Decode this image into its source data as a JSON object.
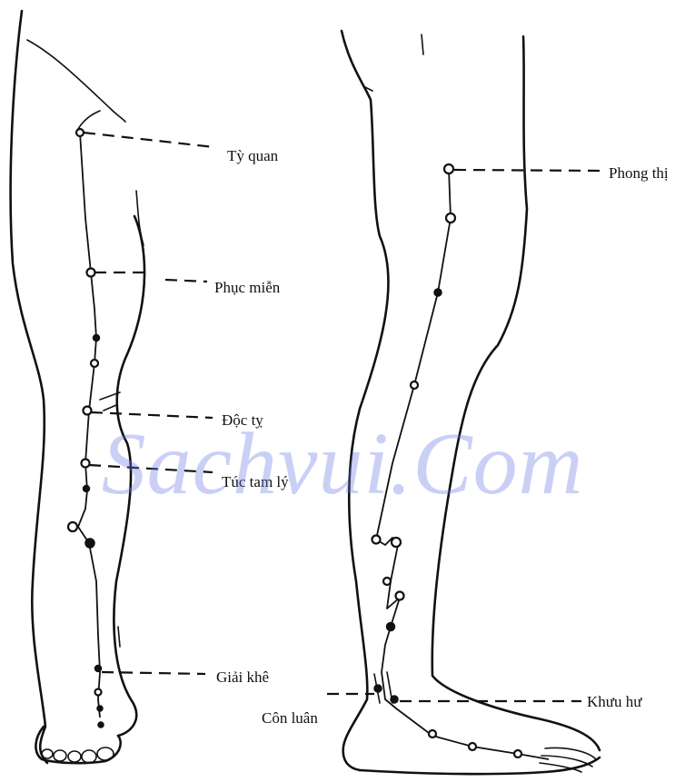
{
  "figure": {
    "watermark": "Sachvui.Com",
    "left_leg_labels": {
      "ty_quan": "Tỳ quan",
      "phuc_mien": "Phục miễn",
      "doc_ty": "Độc tỵ",
      "tuc_tam_ly": "Túc tam lý",
      "giai_khe": "Giải khê"
    },
    "right_leg_labels": {
      "phong_thi": "Phong thị",
      "con_luan": "Côn luân",
      "khuu_hu": "Khưu hư"
    }
  }
}
